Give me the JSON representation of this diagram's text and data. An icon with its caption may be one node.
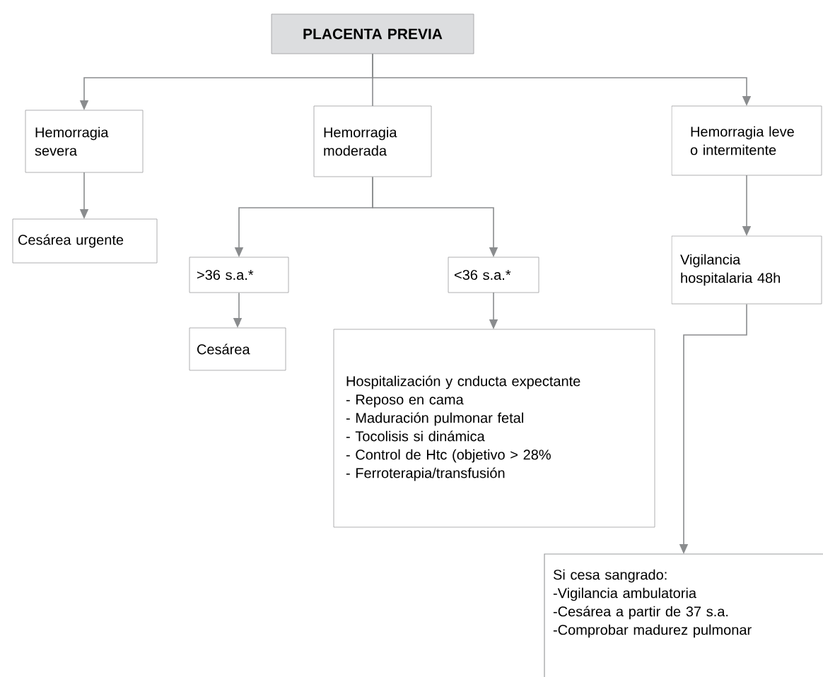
{
  "diagram": {
    "nodes": [
      {
        "text": [
          "PLACENTA PREVIA"
        ]
      },
      {
        "text": [
          "Hemorragia severa"
        ]
      },
      {
        "text": [
          "Hemorragia moderada"
        ]
      },
      {
        "text": [
          "Hemorragia leve o intermitente"
        ]
      },
      {
        "text": [
          "Cesárea urgente"
        ]
      },
      {
        "text": [
          ">36 s.a.*"
        ]
      },
      {
        "text": [
          "<36 s.a.*"
        ]
      },
      {
        "text": [
          "Vigilancia hospitalaria 48h"
        ]
      },
      {
        "text": [
          "Cesárea"
        ]
      },
      {
        "text": [
          "Hospitalización y cnducta expectante",
          "- Reposo en cama",
          "- Maduración pulmonar fetal",
          "- Tocolisis si dinámica",
          "- Control de Htc (objetivo > 28%",
          "- Ferroterapia/transfusión"
        ]
      },
      {
        "text": [
          "Si cesa sangrado:",
          "-Vigilancia ambulatoria",
          "-Cesárea a partir de 37 s.a.",
          "-Comprobar madurez pulmonar"
        ]
      }
    ],
    "edges": [
      {
        "from": 0,
        "to": 1,
        "arrow": "to"
      },
      {
        "from": 0,
        "to": 2,
        "arrow": "none"
      },
      {
        "from": 0,
        "to": 3,
        "arrow": "to"
      },
      {
        "from": 1,
        "to": 4,
        "arrow": "to"
      },
      {
        "from": 2,
        "to": 5,
        "arrow": "to"
      },
      {
        "from": 2,
        "to": 6,
        "arrow": "to"
      },
      {
        "from": 3,
        "to": 7,
        "arrow": "to"
      },
      {
        "from": 5,
        "to": 8,
        "arrow": "to"
      },
      {
        "from": 6,
        "to": 9,
        "arrow": "to"
      },
      {
        "from": 7,
        "to": 10,
        "arrow": "to"
      }
    ]
  }
}
